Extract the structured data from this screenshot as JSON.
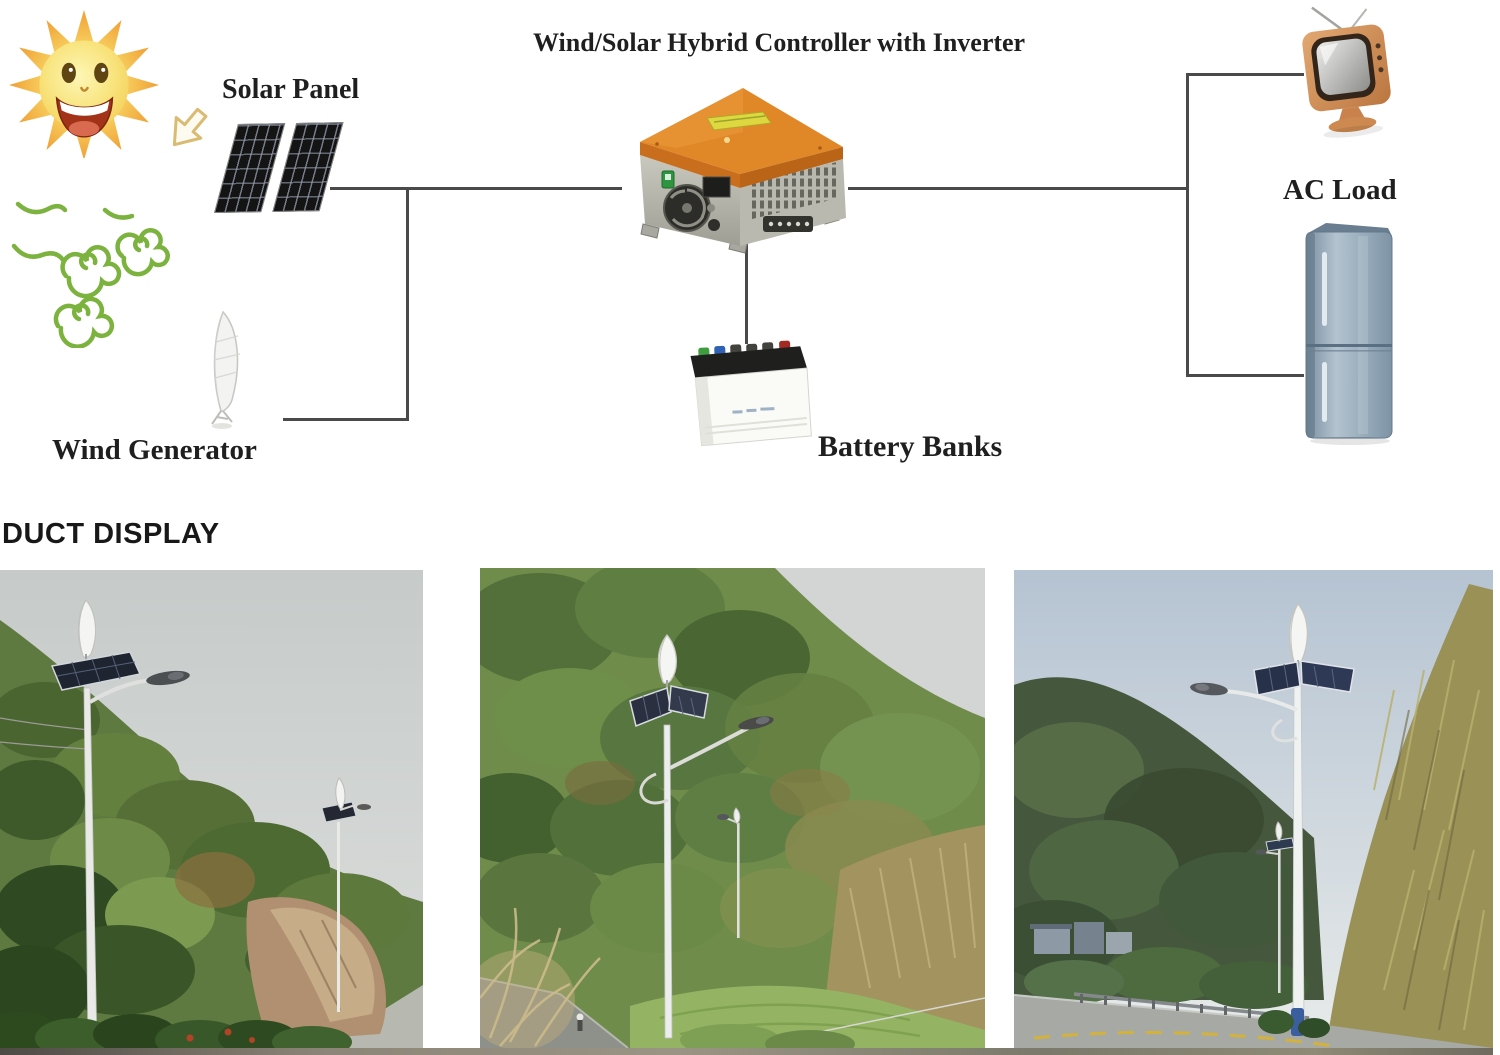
{
  "diagram": {
    "title": "Wind/Solar Hybrid Controller with Inverter",
    "labels": {
      "solar_panel": "Solar Panel",
      "wind_generator": "Wind Generator",
      "ac_load": "AC Load",
      "battery_banks": "Battery Banks"
    },
    "components": [
      "sun-icon",
      "wind-gusts-icon",
      "solar-panel-icon",
      "wind-generator-icon",
      "hybrid-controller-image",
      "battery-image",
      "tv-icon",
      "refrigerator-icon"
    ],
    "wire_color": "#4a4a4a"
  },
  "product_display": {
    "heading": "DUCT DISPLAY",
    "photo_count": 3,
    "photos": [
      {
        "name": "street-light-on-hillside-with-rock"
      },
      {
        "name": "street-light-against-forested-mountain"
      },
      {
        "name": "street-light-on-road-with-grass-slope"
      }
    ]
  },
  "colors": {
    "controller_orange": "#e08728",
    "sun_yellow": "#f8e27a",
    "wind_green": "#7cb23e",
    "tv_orange": "#d3935e",
    "fridge_blue_gray": "#9fb2c2",
    "wire": "#4a4a4a"
  }
}
